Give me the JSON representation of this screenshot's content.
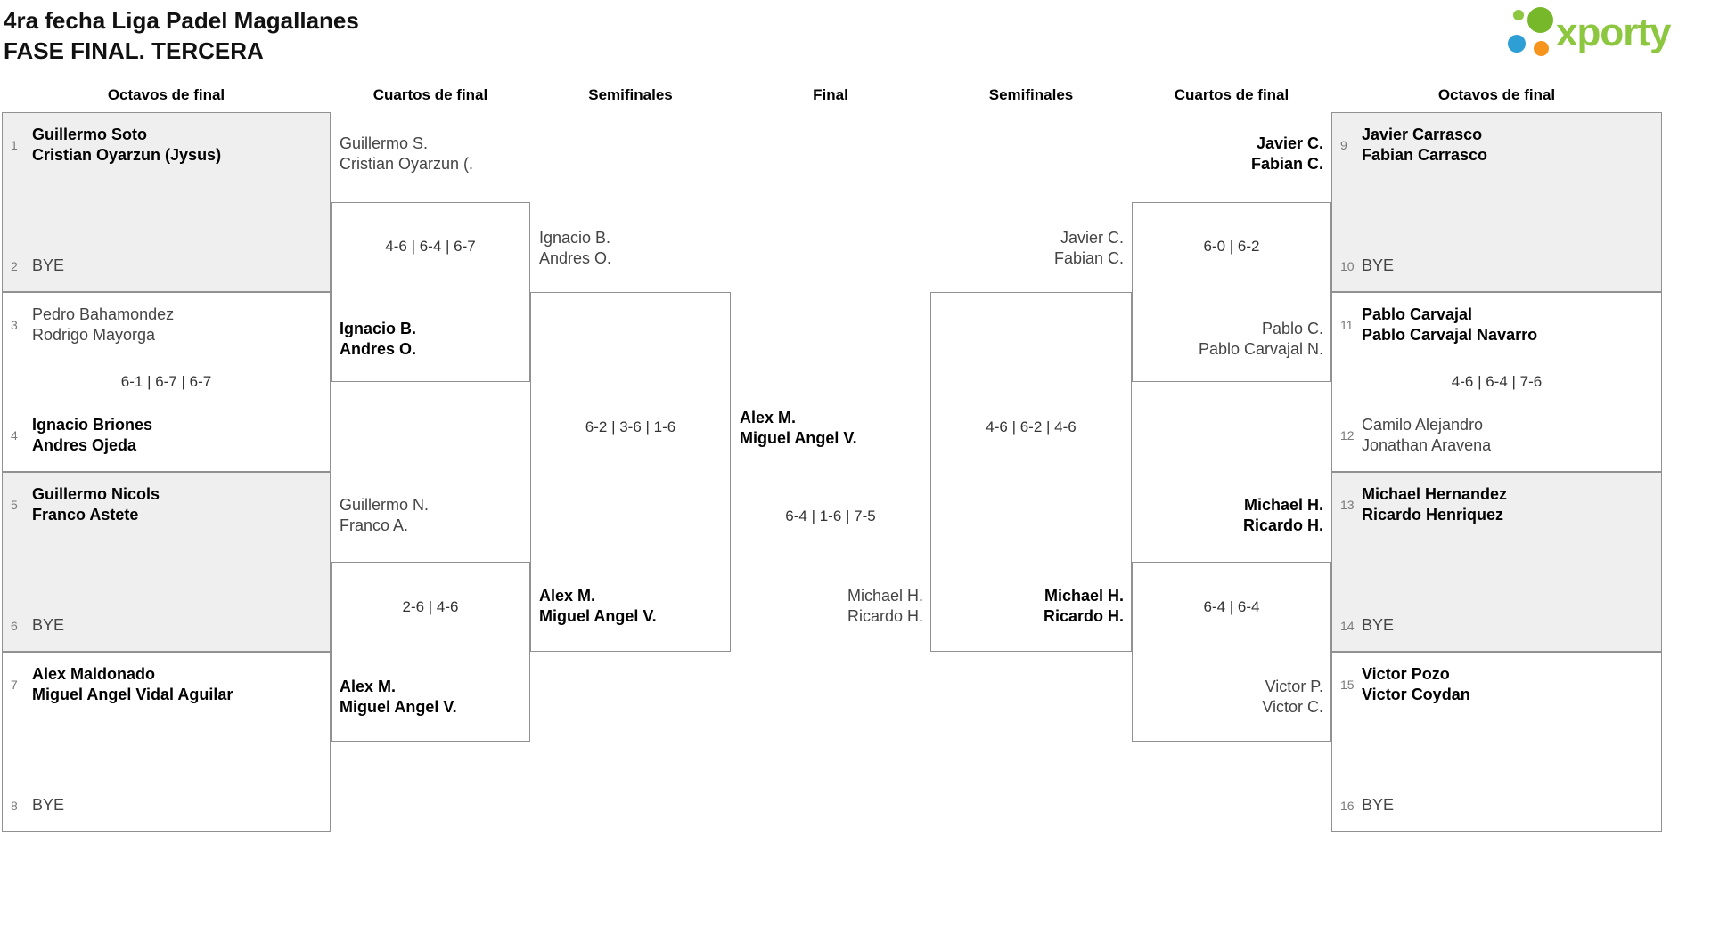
{
  "page": {
    "title_line1": "4ra fecha Liga Padel Magallanes",
    "title_line2": "FASE FINAL. TERCERA"
  },
  "logo": {
    "text": "xporty",
    "green": "#8dc63f",
    "dark_green": "#76b82a",
    "blue": "#2e9fd4",
    "orange": "#f7941e"
  },
  "round_headers": {
    "left_octavos": "Octavos de final",
    "left_cuartos": "Cuartos de final",
    "left_semis": "Semifinales",
    "final": "Final",
    "right_semis": "Semifinales",
    "right_cuartos": "Cuartos de final",
    "right_octavos": "Octavos de final"
  },
  "octavos_left": [
    {
      "top": {
        "seed": "1",
        "line1": "Guillermo Soto",
        "line2": "Cristian Oyarzun (Jysus)"
      },
      "bottom": {
        "seed": "2",
        "line1": "BYE",
        "line2": ""
      },
      "score": ""
    },
    {
      "top": {
        "seed": "3",
        "line1": "Pedro Bahamondez",
        "line2": "Rodrigo Mayorga"
      },
      "bottom": {
        "seed": "4",
        "line1": "Ignacio Briones",
        "line2": "Andres Ojeda"
      },
      "score": "6-1 | 6-7 | 6-7"
    },
    {
      "top": {
        "seed": "5",
        "line1": "Guillermo Nicols",
        "line2": "Franco Astete"
      },
      "bottom": {
        "seed": "6",
        "line1": "BYE",
        "line2": ""
      },
      "score": ""
    },
    {
      "top": {
        "seed": "7",
        "line1": "Alex Maldonado",
        "line2": "Miguel Angel Vidal Aguilar"
      },
      "bottom": {
        "seed": "8",
        "line1": "BYE",
        "line2": ""
      },
      "score": ""
    }
  ],
  "octavos_right": [
    {
      "top": {
        "seed": "9",
        "line1": "Javier Carrasco",
        "line2": "Fabian Carrasco"
      },
      "bottom": {
        "seed": "10",
        "line1": "BYE",
        "line2": ""
      },
      "score": ""
    },
    {
      "top": {
        "seed": "11",
        "line1": "Pablo Carvajal",
        "line2": "Pablo Carvajal Navarro"
      },
      "bottom": {
        "seed": "12",
        "line1": "Camilo Alejandro",
        "line2": "Jonathan Aravena"
      },
      "score": "4-6 | 6-4 | 7-6"
    },
    {
      "top": {
        "seed": "13",
        "line1": "Michael Hernandez",
        "line2": "Ricardo Henriquez"
      },
      "bottom": {
        "seed": "14",
        "line1": "BYE",
        "line2": ""
      },
      "score": ""
    },
    {
      "top": {
        "seed": "15",
        "line1": "Victor Pozo",
        "line2": "Victor Coydan"
      },
      "bottom": {
        "seed": "16",
        "line1": "BYE",
        "line2": ""
      },
      "score": ""
    }
  ],
  "cuartos_left": [
    {
      "top": {
        "line1": "Guillermo S.",
        "line2": "Cristian Oyarzun (."
      },
      "score": "4-6 | 6-4 | 6-7",
      "bottom": {
        "line1": "Ignacio B.",
        "line2": "Andres O."
      }
    },
    {
      "top": {
        "line1": "Guillermo N.",
        "line2": "Franco A."
      },
      "score": "2-6 | 4-6",
      "bottom": {
        "line1": "Alex M.",
        "line2": "Miguel Angel V."
      }
    }
  ],
  "semis_left": {
    "top": {
      "line1": "Ignacio B.",
      "line2": "Andres O."
    },
    "score": "6-2 | 3-6 | 1-6",
    "bottom": {
      "line1": "Alex M.",
      "line2": "Miguel Angel V."
    }
  },
  "final": {
    "top": {
      "line1": "Alex M.",
      "line2": "Miguel Angel V."
    },
    "score": "6-4 | 1-6 | 7-5",
    "bottom": {
      "line1": "Michael H.",
      "line2": "Ricardo H."
    }
  },
  "semis_right": {
    "top": {
      "line1": "Javier C.",
      "line2": "Fabian C."
    },
    "score": "4-6 | 6-2 | 4-6",
    "bottom": {
      "line1": "Michael H.",
      "line2": "Ricardo H."
    }
  },
  "cuartos_right": [
    {
      "top": {
        "line1": "Javier C.",
        "line2": "Fabian C."
      },
      "score": "6-0 | 6-2",
      "bottom": {
        "line1": "Pablo C.",
        "line2": "Pablo Carvajal N."
      }
    },
    {
      "top": {
        "line1": "Michael H.",
        "line2": "Ricardo H."
      },
      "score": "6-4 | 6-4",
      "bottom": {
        "line1": "Victor P.",
        "line2": "Victor C."
      }
    }
  ]
}
